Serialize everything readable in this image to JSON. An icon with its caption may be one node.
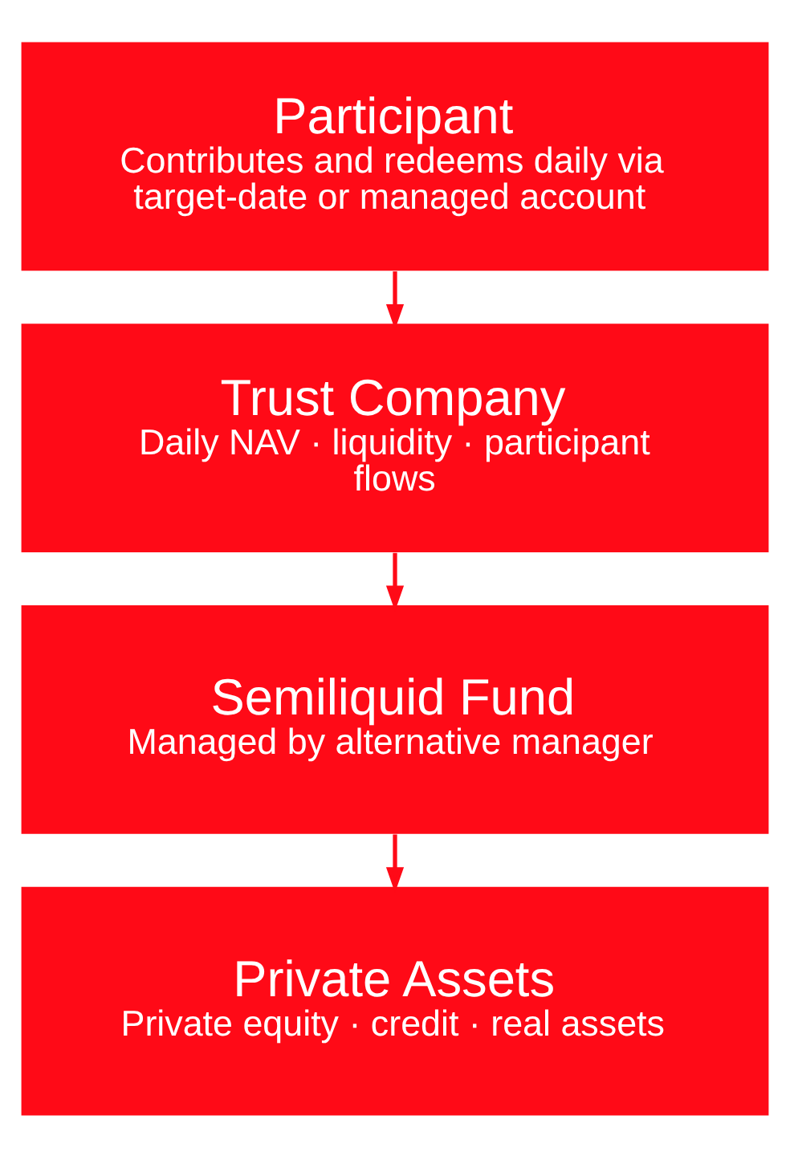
{
  "diagram": {
    "nodes": [
      {
        "text": [
          "Participant",
          "Contributes and redeems daily via target-date or managed account"
        ]
      },
      {
        "text": [
          "Trust Company",
          "Daily NAV · liquidity · participant flows"
        ]
      },
      {
        "text": [
          "Semiliquid Fund",
          "Managed by alternative manager"
        ]
      },
      {
        "text": [
          "Private Assets",
          "Private equity · credit · real assets"
        ]
      }
    ],
    "edges": [
      {
        "from": 0,
        "to": 1,
        "arrow": "to"
      },
      {
        "from": 1,
        "to": 2,
        "arrow": "to"
      },
      {
        "from": 2,
        "to": 3,
        "arrow": "to"
      }
    ]
  }
}
